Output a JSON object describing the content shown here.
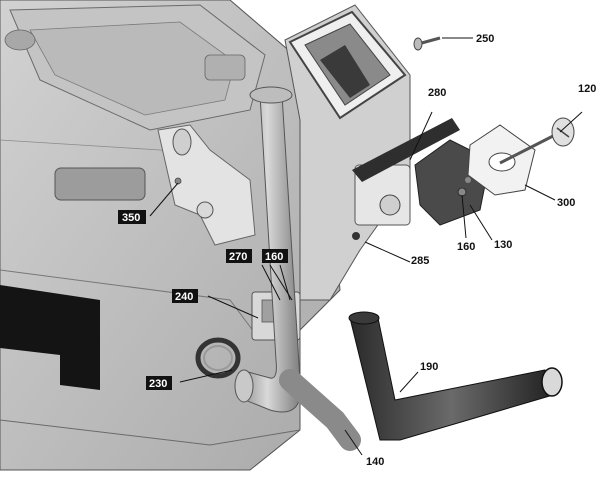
{
  "diagram": {
    "callouts": {
      "c120": "120",
      "c130": "130",
      "c140": "140",
      "c160a": "160",
      "c160b": "160",
      "c190": "190",
      "c230": "230",
      "c240": "240",
      "c250": "250",
      "c270": "270",
      "c280": "280",
      "c285": "285",
      "c300": "300",
      "c350": "350"
    }
  }
}
